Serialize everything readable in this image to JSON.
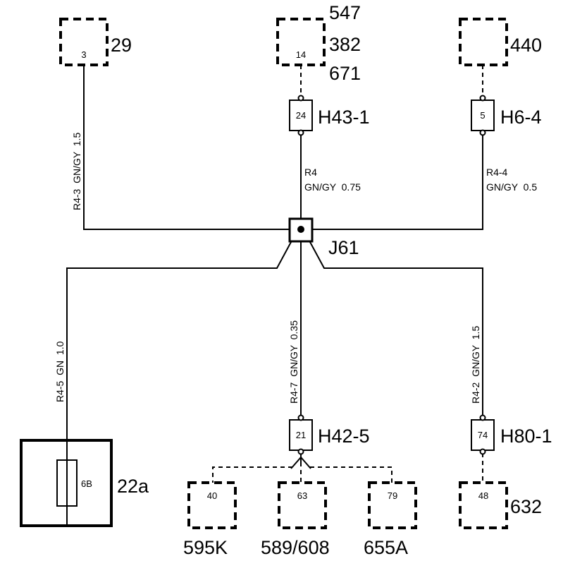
{
  "components": {
    "c29": {
      "label": "29",
      "pin": "3"
    },
    "c547": {
      "labels": [
        "547",
        "382",
        "671"
      ],
      "pin": "14"
    },
    "c440": {
      "label": "440"
    },
    "h43": {
      "label": "H43-1",
      "pin": "24"
    },
    "h6": {
      "label": "H6-4",
      "pin": "5"
    },
    "j61": {
      "label": "J61"
    },
    "h42": {
      "label": "H42-5",
      "pin": "21"
    },
    "h80": {
      "label": "H80-1",
      "pin": "74"
    },
    "c22a": {
      "label": "22a",
      "pin": "6B"
    },
    "c595": {
      "label": "595K",
      "pin": "40"
    },
    "c589": {
      "label": "589/608",
      "pin": "63"
    },
    "c655": {
      "label": "655A",
      "pin": "79"
    },
    "c632": {
      "label": "632",
      "pin": "48"
    }
  },
  "wires": {
    "r43": "R4-3  GN/GY  1.5",
    "r4_id": "R4",
    "r4_spec": "GN/GY  0.75",
    "r44_id": "R4-4",
    "r44_spec": "GN/GY  0.5",
    "r45": "R4-5  GN  1.0",
    "r47": "R4-7  GN/GY  0.35",
    "r42": "R4-2  GN/GY  1.5"
  }
}
